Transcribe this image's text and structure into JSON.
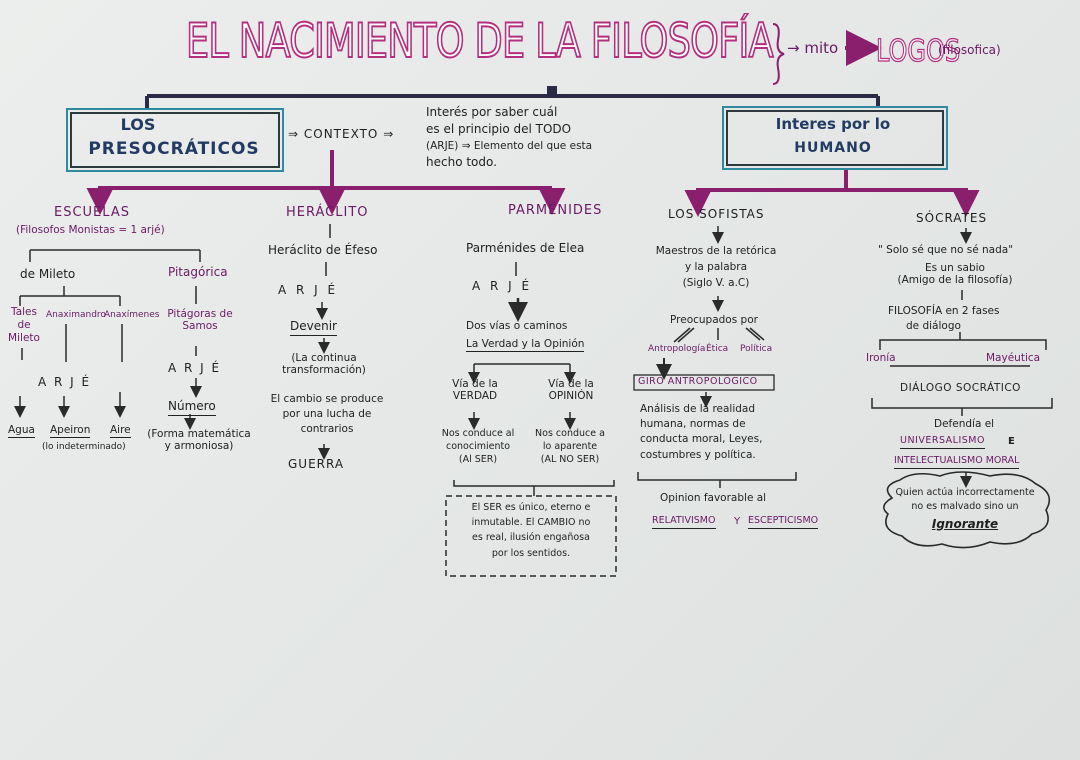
{
  "title": "EL NACIMIENTO DE LA FILOSOFÍA",
  "mito": "→ mito",
  "logos": "LOGOS",
  "logos_note": "(filosofica)",
  "presocraticos": {
    "l1": "LOS",
    "l2": "PRESOCRÁTICOS"
  },
  "contexto": "CONTEXTO",
  "contexto_text": {
    "l1": "Interés por saber cuál",
    "l2": "es el principio del TODO",
    "l3": "(ARJE) ⇒ Elemento del que esta",
    "l4": "hecho todo."
  },
  "humano": {
    "l1": "Interes por lo",
    "l2": "HUMANO"
  },
  "escuelas": {
    "title": "ESCUELAS",
    "sub": "(Filosofos Monistas = 1 arjé)",
    "mileto": "de Mileto",
    "pitagorica": "Pitagórica",
    "tales": [
      "Tales",
      "de",
      "Mileto"
    ],
    "anaximandro": "Anaximandro",
    "anaximenes": "Anaxímenes",
    "arje": "A R J É",
    "agua": "Agua",
    "apeiron": "Apeiron",
    "apeiron_note": "(lo indeterminado)",
    "aire": "Aire",
    "pitagoras": [
      "Pitágoras de",
      "Samos"
    ],
    "arje2": "A R J É",
    "numero": "Número",
    "numero_note": [
      "(Forma matemática",
      "y armoniosa)"
    ]
  },
  "heraclito": {
    "title": "HERÁCLITO",
    "name": "Heráclito de Éfeso",
    "arje": "A R J É",
    "devenir": "Devenir",
    "note": [
      "(La continua",
      "transformación)"
    ],
    "cambio": [
      "El cambio se produce",
      "por una lucha de",
      "contrarios"
    ],
    "guerra": "GUERRA"
  },
  "parmenides": {
    "title": "PARMÉNIDES",
    "name": "Parménides de Elea",
    "arje": "A R J É",
    "vias": "Dos vías o caminos",
    "verdad_opinion": "La Verdad y la Opinión",
    "via_verdad": [
      "Vía de la",
      "VERDAD"
    ],
    "via_opinion": [
      "Vía de la",
      "OPINIÓN"
    ],
    "conduce_ser": [
      "Nos conduce al",
      "conocimiento",
      "(Al SER)"
    ],
    "conduce_no": [
      "Nos conduce a",
      "lo aparente",
      "(AL NO SER)"
    ],
    "box": [
      "El SER es único, eterno e",
      "inmutable. El CAMBIO no",
      "es real, ilusión engañosa",
      "por los sentidos."
    ]
  },
  "sofistas": {
    "title": "LOS SOFISTAS",
    "maestros": [
      "Maestros de la retórica",
      "y la palabra",
      "(Siglo V. a.C)"
    ],
    "preocupados": "Preocupados por",
    "temas": [
      "Antropología",
      "Ética",
      "Política"
    ],
    "giro": "GIRO ANTROPOLÓGICO",
    "analisis": [
      "Análisis de la realidad",
      "humana, normas de",
      "conducta moral, Leyes,",
      "costumbres y política."
    ],
    "opinion": "Opinion favorable al",
    "relativismo": "RELATIVISMO",
    "y": "Y",
    "escepticismo": "ESCEPTICISMO"
  },
  "socrates": {
    "title": "SÓCRATES",
    "quote": "\" Solo sé que no sé nada\"",
    "sabio": [
      "Es un sabio",
      "(Amigo de la filosofía)"
    ],
    "fases": [
      "FILOSOFÍA en 2 fases",
      "de diálogo"
    ],
    "ironia": "Ironía",
    "mayeutica": "Mayéutica",
    "dialogo": "DIÁLOGO SOCRÁTICO",
    "defiende": "Defendía el",
    "universalismo": "UNIVERSALISMO",
    "e": "E",
    "intelectualismo": "INTELECTUALISMO MORAL",
    "cloud": [
      "Quien actúa incorrectamente",
      "no es malvado sino un",
      "Ignorante"
    ]
  },
  "colors": {
    "title": "#b3307e",
    "accent": "#8a1f6e",
    "box": "#2f8aa0",
    "ink": "#1f1f1f"
  }
}
